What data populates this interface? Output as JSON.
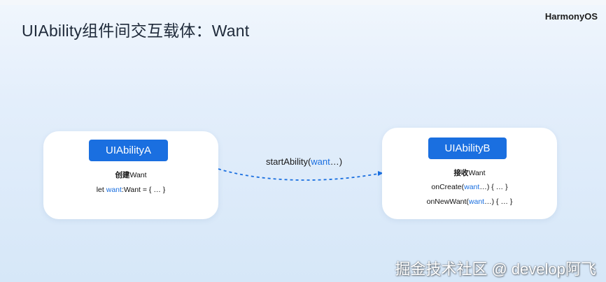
{
  "header": {
    "title": "UIAbility组件间交互载体：Want",
    "brand": "HarmonyOS"
  },
  "card_a": {
    "pill_label": "UIAbilityA",
    "heading_bold": "创建",
    "heading_rest": "Want",
    "code_prefix": "let ",
    "code_var": "want",
    "code_suffix": ":Want = { … }"
  },
  "card_b": {
    "pill_label": "UIAbilityB",
    "heading_bold": "接收",
    "heading_rest": "Want",
    "line1_prefix": "onCreate(",
    "line1_var": "want",
    "line1_suffix": "…) { … }",
    "line2_prefix": "onNewWant(",
    "line2_var": "want",
    "line2_suffix": "…) { … }"
  },
  "connector": {
    "prefix": "startAbility(",
    "var": "want",
    "suffix": "…)"
  },
  "watermark": "掘金技术社区 @ develop阿飞",
  "colors": {
    "accent": "#1a6fe0",
    "background": "#dbeaf8",
    "card": "#ffffff",
    "text": "#1f2a3a"
  }
}
